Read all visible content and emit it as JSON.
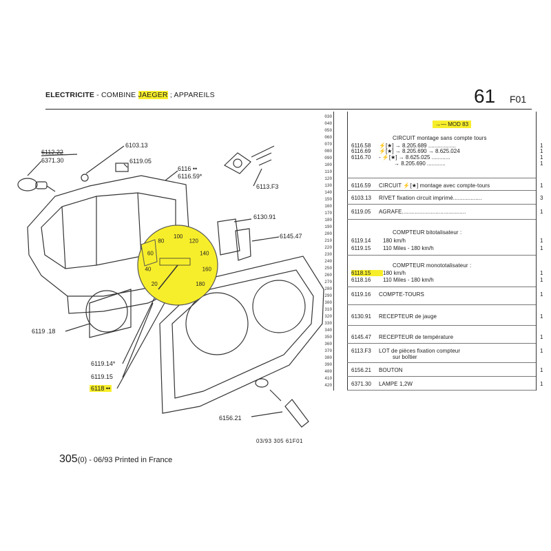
{
  "header": {
    "prefix": "ELECTRICITE",
    "sep1": " - COMBINE ",
    "brand": "JAEGER",
    "suffix": " ; APPAREILS",
    "section": "61",
    "page_code": "F01"
  },
  "row_codes": [
    "030",
    "040",
    "050",
    "060",
    "070",
    "080",
    "090",
    "100",
    "110",
    "120",
    "130",
    "140",
    "150",
    "160",
    "170",
    "180",
    "190",
    "200",
    "210",
    "220",
    "230",
    "240",
    "250",
    "260",
    "270",
    "280",
    "290",
    "300",
    "310",
    "320",
    "330",
    "340",
    "350",
    "360",
    "370",
    "380",
    "390",
    "400",
    "410",
    "420"
  ],
  "mod_label": "MOD 83",
  "parts": [
    {
      "ref": "",
      "desc": "CIRCUIT montage sans compte tours",
      "qty": ""
    },
    {
      "ref": "6116.58",
      "desc": "⚡[★] → 8.205.689 ..................",
      "qty": "1"
    },
    {
      "ref": "6116.69",
      "desc": "⚡[★] → 8.205.690 → 8.625.024",
      "qty": "1"
    },
    {
      "ref": "6116.70",
      "desc": "- ⚡[★] → 8.625.025 ............",
      "qty": "1"
    },
    {
      "ref": "",
      "desc": "→ 8.205.690 ............",
      "qty": "1"
    },
    {
      "ref": "6116.59",
      "desc": "CIRCUIT ⚡[★] montage avec compte-tours",
      "qty": "1"
    },
    {
      "ref": "6103.13",
      "desc": "RIVET fixation circuit imprimé..................",
      "qty": "3"
    },
    {
      "ref": "6119.05",
      "desc": "AGRAFE........................................",
      "qty": "1"
    },
    {
      "ref": "",
      "desc": "COMPTEUR bitotalisateur :",
      "qty": ""
    },
    {
      "ref": "6119.14",
      "desc": "180 km/h",
      "qty": "1"
    },
    {
      "ref": "6119.15",
      "desc": "110 Miles - 180 km/h",
      "qty": "1"
    },
    {
      "ref": "",
      "desc": "COMPTEUR monototalisateur :",
      "qty": ""
    },
    {
      "ref": "6118.15",
      "desc": "180 km/h",
      "qty": "1"
    },
    {
      "ref": "6118.16",
      "desc": "110 Miles - 180 km/h",
      "qty": "1"
    },
    {
      "ref": "6119.16",
      "desc": "COMPTE-TOURS",
      "qty": "1"
    },
    {
      "ref": "6130.91",
      "desc": "RECEPTEUR de jauge",
      "qty": "1"
    },
    {
      "ref": "6145.47",
      "desc": "RECEPTEUR de température",
      "qty": "1"
    },
    {
      "ref": "6113.F3",
      "desc": "LOT de pièces fixation compteur",
      "qty": "1"
    },
    {
      "ref": "",
      "desc": "sur boîtier",
      "qty": ""
    },
    {
      "ref": "6156.21",
      "desc": "BOUTON",
      "qty": "1"
    },
    {
      "ref": "6371.30",
      "desc": "LAMPE 1,2W",
      "qty": "1"
    }
  ],
  "diagram_labels": {
    "l6112": "6112.22",
    "l6371": "6371.30",
    "l6103": "6103.13",
    "l6119_05": "6119.05",
    "l6116": "6116 ••",
    "l6116_59": "6116.59*",
    "l6113": "6113.F3",
    "l6130": "6130.91",
    "l6145": "6145.47",
    "l6119_18": "6119 .18",
    "l6119_14": "6119.14*",
    "l6119_15": "6119.15",
    "l6118": "6118 ••",
    "l6156": "6156.21"
  },
  "gauge_numbers": [
    "20",
    "40",
    "60",
    "80",
    "100",
    "120",
    "140",
    "160",
    "180"
  ],
  "footer_code": "03/93   305   61F01",
  "printed": {
    "num": "305",
    "rest": "(0) - 06/93 Printed in France"
  },
  "colors": {
    "highlight": "#f7ee2b",
    "ink": "#1a1a1a"
  }
}
